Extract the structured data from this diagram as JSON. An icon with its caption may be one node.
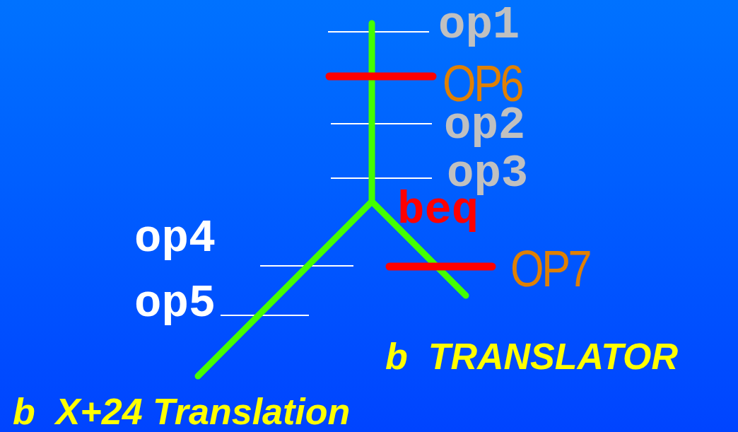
{
  "diagram": {
    "labels": [
      "op1",
      "OP6",
      "op2",
      "op3",
      "beq",
      "op4",
      "OP7",
      "op5",
      "b  TRANSLATOR",
      "b  X+24 Translation"
    ]
  }
}
